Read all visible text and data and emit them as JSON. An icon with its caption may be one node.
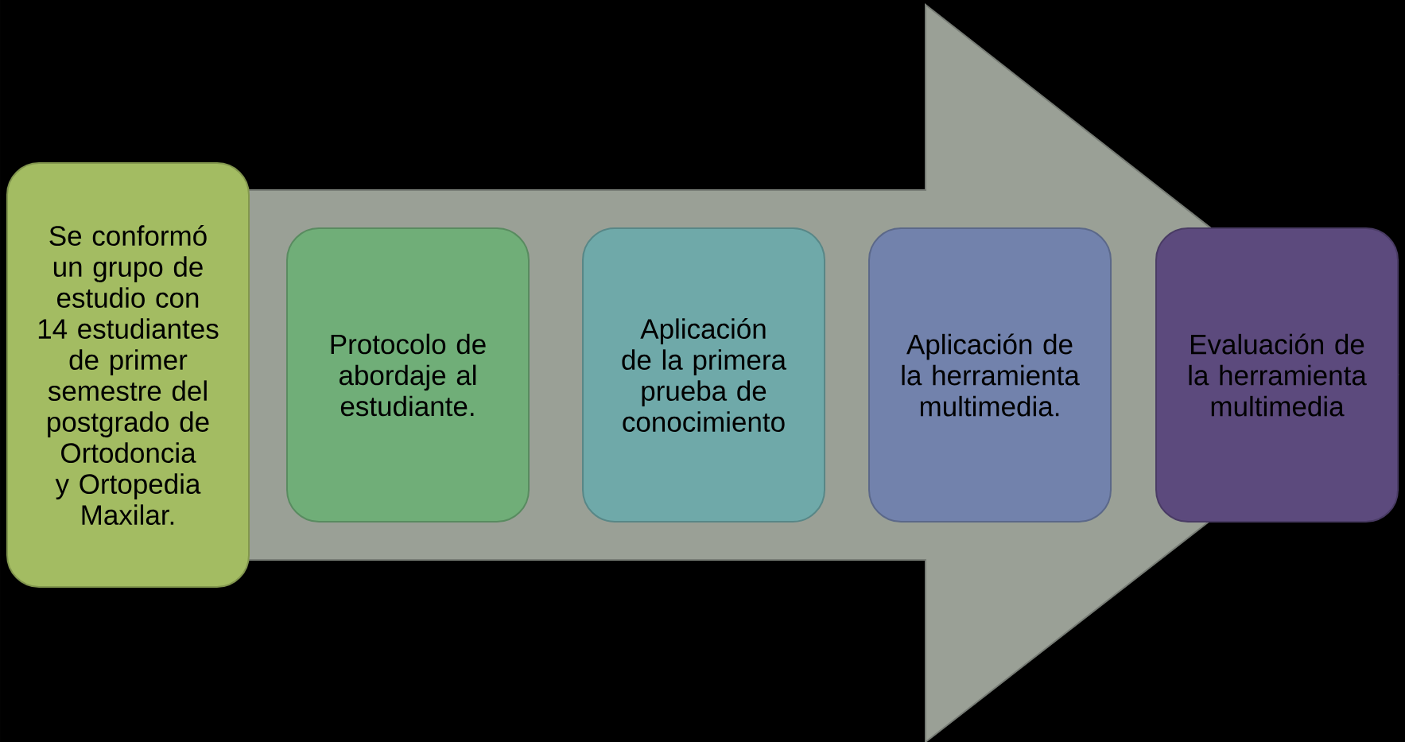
{
  "diagram": {
    "nodes": [
      {
        "text": [
          "Se conformó un grupo de estudio con 14 estudiantes de primer semestre del postgrado de Ortodoncia y Ortopedia Maxilar."
        ]
      },
      {
        "text": [
          "Protocolo de abordaje al estudiante."
        ]
      },
      {
        "text": [
          "Aplicación de la primera prueba de conocimiento"
        ]
      },
      {
        "text": [
          "Aplicación de la herramienta multimedia."
        ]
      },
      {
        "text": [
          "Evaluación de la herramienta multimedia"
        ]
      }
    ],
    "edges": [
      {
        "from": 0,
        "to": 4,
        "arrow": "to",
        "style": "thick"
      }
    ]
  }
}
